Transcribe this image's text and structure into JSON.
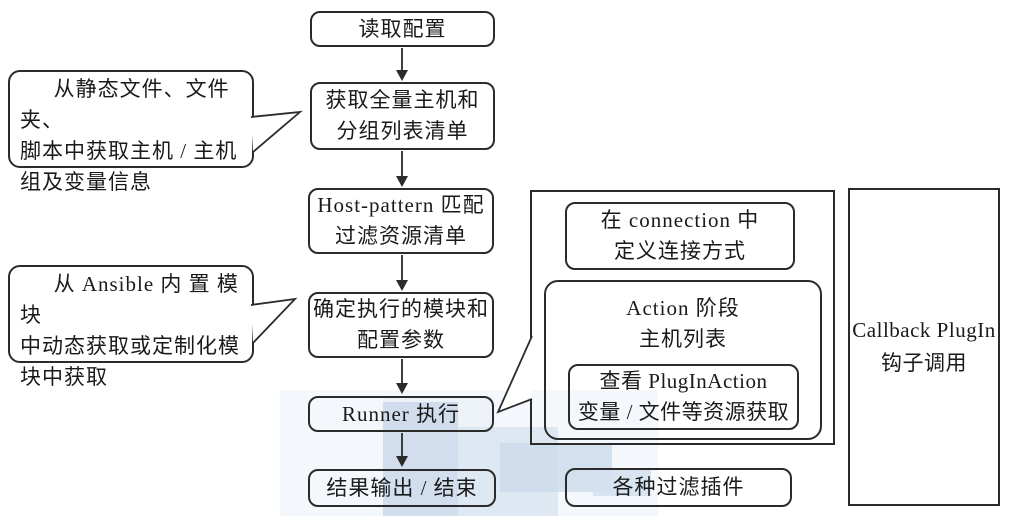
{
  "diagram": {
    "title_semantic": "Ansible 执行流程图",
    "flow": [
      {
        "id": "read-config",
        "lines": [
          "读取配置"
        ]
      },
      {
        "id": "fetch-hosts",
        "lines": [
          "获取全量主机和",
          "分组列表清单"
        ]
      },
      {
        "id": "host-pattern",
        "lines": [
          "Host-pattern 匹配",
          "过滤资源清单"
        ]
      },
      {
        "id": "determine-module",
        "lines": [
          "确定执行的模块和",
          "配置参数"
        ]
      },
      {
        "id": "runner",
        "lines": [
          "Runner 执行"
        ]
      },
      {
        "id": "result",
        "lines": [
          "结果输出 / 结束"
        ]
      }
    ],
    "callouts": [
      {
        "id": "inventory-note",
        "lines": [
          "从静态文件、文件夹、",
          "脚本中获取主机 / 主机",
          "组及变量信息"
        ]
      },
      {
        "id": "module-note",
        "lines": [
          "从 Ansible 内 置 模 块",
          "中动态获取或定制化模",
          "块中获取"
        ]
      }
    ],
    "runner_detail": {
      "connection": {
        "lines": [
          "在 connection 中",
          "定义连接方式"
        ]
      },
      "action": {
        "lines": [
          "Action 阶段",
          "主机列表"
        ]
      },
      "plugin_action": {
        "lines": [
          "查看 PlugInAction",
          "变量 / 文件等资源获取"
        ]
      }
    },
    "callback": {
      "lines": [
        "Callback PlugIn",
        "钩子调用"
      ]
    },
    "filter": {
      "lines": [
        "各种过滤插件"
      ]
    }
  },
  "colors": {
    "stroke": "#2b2b2b",
    "text": "#1a1a1a",
    "watermark_blue": "#cbd9eb",
    "watermark_light": "#dce6f2",
    "background": "#ffffff"
  }
}
